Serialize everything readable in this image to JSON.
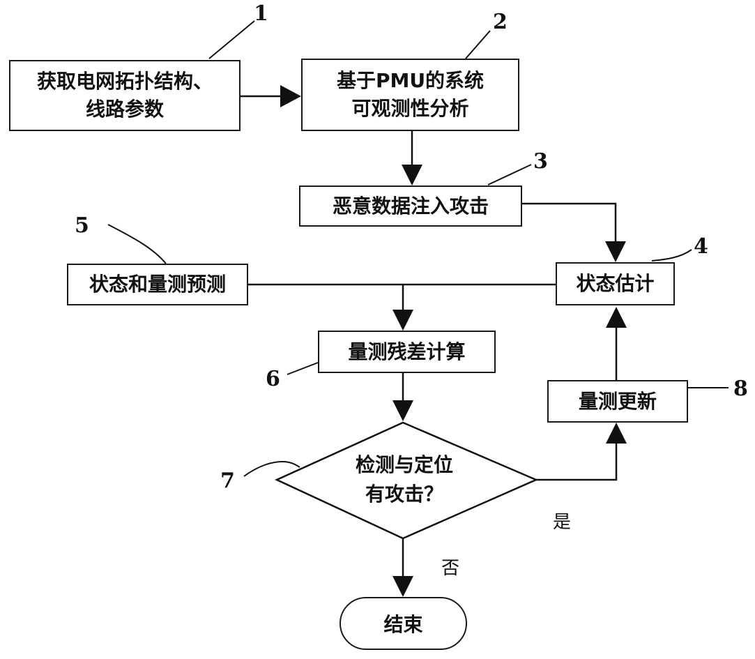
{
  "nodes": {
    "topology": {
      "line1": "获取电网拓扑结构、",
      "line2": "线路参数"
    },
    "observability": {
      "line1": "基于PMU的系统",
      "line2": "可观测性分析"
    },
    "attack": {
      "text": "恶意数据注入攻击"
    },
    "estimation": {
      "text": "状态估计"
    },
    "prediction": {
      "text": "状态和量测预测"
    },
    "residual": {
      "text": "量测残差计算"
    },
    "detect": {
      "line1": "检测与定位",
      "line2": "有攻击？"
    },
    "update": {
      "text": "量测更新"
    },
    "end": {
      "text": "结束"
    }
  },
  "numbers": {
    "n1": "1",
    "n2": "2",
    "n3": "3",
    "n4": "4",
    "n5": "5",
    "n6": "6",
    "n7": "7",
    "n8": "8"
  },
  "branch_labels": {
    "yes": "是",
    "no": "否"
  }
}
